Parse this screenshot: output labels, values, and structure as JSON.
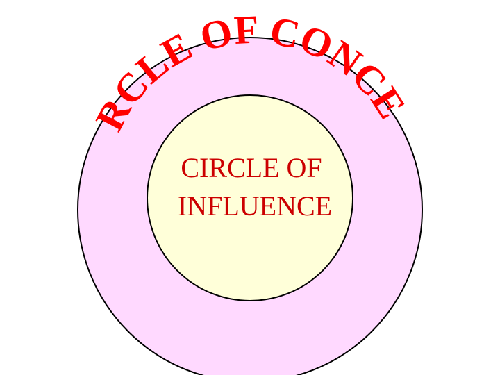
{
  "diagram": {
    "outer_label": "CIRCLE OF CONCERN",
    "inner_label_line1": "CIRCLE OF",
    "inner_label_line2": "INFLUENCE"
  },
  "colors": {
    "outer_fill": "#ffd9ff",
    "inner_fill": "#ffffd9",
    "stroke": "#000000",
    "outer_text": "#ff0000",
    "inner_text": "#cc0000"
  }
}
